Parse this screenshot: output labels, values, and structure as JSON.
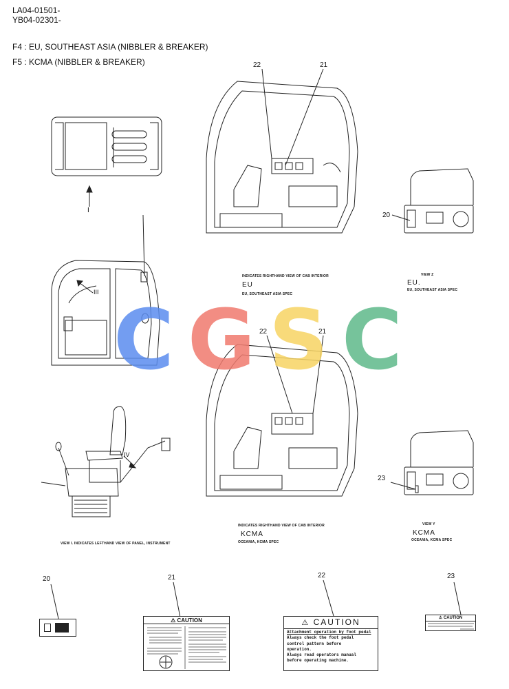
{
  "header": {
    "code1": "LA04-01501-",
    "code2": "YB04-02301-",
    "f4": "F4 : EU, SOUTHEAST ASIA  (NIBBLER & BREAKER)",
    "f5": "F5 : KCMA (NIBBLER & BREAKER)"
  },
  "callouts": {
    "n20": "20",
    "n21": "21",
    "n22": "22",
    "n23": "23",
    "roman1": "I",
    "roman3": "III",
    "roman4": "IV"
  },
  "captions": {
    "eu_interior": "INDICATES RIGHTHAND VIEW OF CAB INTERIOR",
    "eu_region": "EU",
    "eu_spec": "EU, SOUTHEAST ASIA SPEC",
    "eu_view": "VIEW Z",
    "eu_view_region": "EU.",
    "eu_view_spec": "EU, SOUTHEAST ASIA SPEC",
    "kcma_interior": "INDICATES RIGHTHAND VIEW OF CAB INTERIOR",
    "kcma_region": "KCMA",
    "kcma_spec": "OCEANIA, KCMA SPEC",
    "kcma_view": "VIEW Y",
    "kcma_view_region": "KCMA",
    "kcma_view_spec": "OCEANIA, KCMA SPEC",
    "view1": "VIEW I.  INDICATES LEFTHAND VIEW OF PANEL, INSTRUMENT"
  },
  "labels": {
    "l21_title": "CAUTION",
    "l22_title": "CAUTION",
    "l22_line1": "Attachment operation by foot pedal",
    "l22_line2": "Always check the foot pedal",
    "l22_line3": "control pattern before",
    "l22_line4": "operation.",
    "l22_line5": "Always read operators manual",
    "l22_line6": "before operating machine.",
    "l23_title": "CAUTION"
  },
  "watermark": {
    "letters": [
      "C",
      "G",
      "S",
      "C"
    ],
    "colors": [
      "#5b8def",
      "#f07a6e",
      "#f7d463",
      "#5fb98a"
    ]
  }
}
